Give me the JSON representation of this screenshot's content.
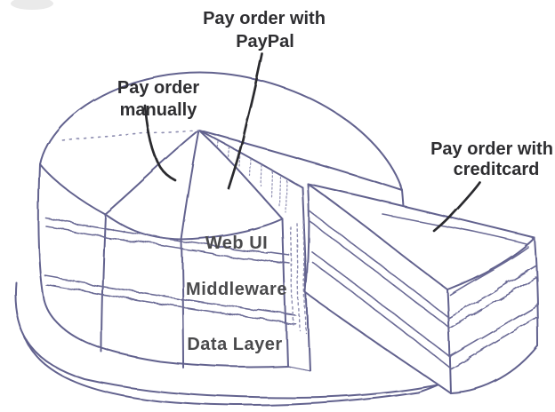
{
  "canvas": {
    "background": "#ffffff",
    "ink_color": "#62628e",
    "annotation_color": "#2b2b2f",
    "layer_text_color": "#4a4a4c"
  },
  "feature_labels": {
    "paypal": {
      "line1": "Pay order with",
      "line2": "PayPal"
    },
    "manual": {
      "line1": "Pay order",
      "line2": "manually"
    },
    "creditcard": {
      "line1": "Pay order with",
      "line2": "creditcard"
    }
  },
  "layer_labels": {
    "top": "Web UI",
    "middle": "Middleware",
    "bottom": "Data Layer"
  },
  "diagram": {
    "type": "hand-drawn layered cake with cut-out slice",
    "vertical_slices": [
      "Pay order manually",
      "Pay order with PayPal",
      "Pay order with creditcard"
    ],
    "horizontal_layers": [
      "Web UI",
      "Middleware",
      "Data Layer"
    ]
  }
}
